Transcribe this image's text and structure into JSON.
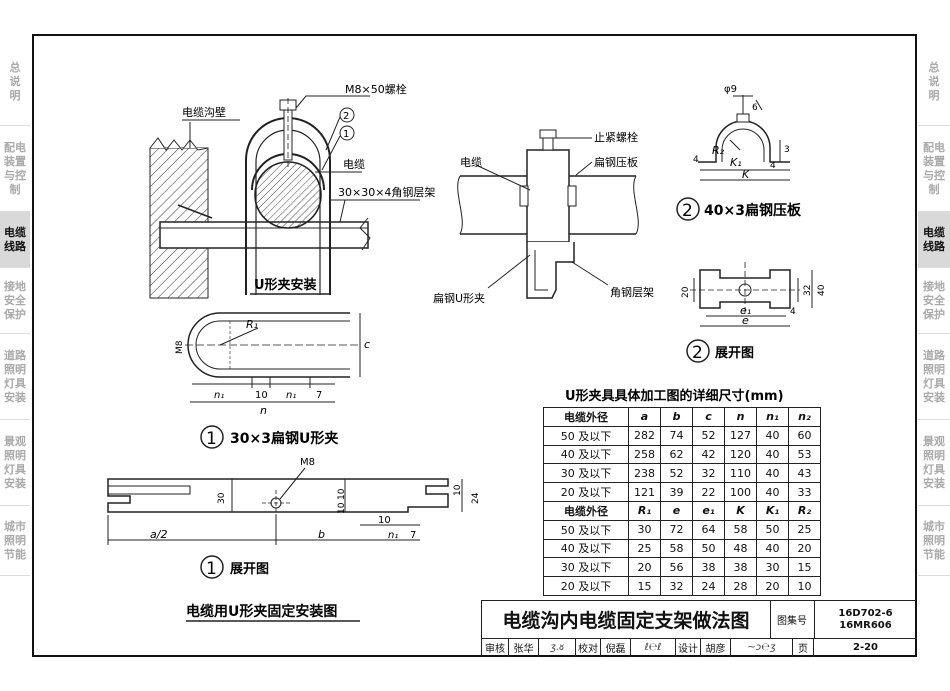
{
  "sidebar": [
    {
      "label": "总\n说\n明",
      "active": false
    },
    {
      "label": "配电\n装置\n与控\n制",
      "active": false
    },
    {
      "label": "电缆\n线路",
      "active": true
    },
    {
      "label": "接地\n安全\n保护",
      "active": false
    },
    {
      "label": "道路\n照明\n灯具\n安装",
      "active": false
    },
    {
      "label": "景观\n照明\n灯具\n安装",
      "active": false
    },
    {
      "label": "城市\n照明\n节能",
      "active": false
    }
  ],
  "labels": {
    "bolt_m8x50": "M8×50螺栓",
    "trench_wall": "电缆沟壁",
    "mark2": "2",
    "mark1": "1",
    "cable": "电缆",
    "angle_shelf_30": "30×30×4角钢层架",
    "u_clamp_install": "U形夹安装",
    "cable_mid": "电缆",
    "lock_bolt": "止紧螺栓",
    "flat_press_plate": "扁钢压板",
    "flat_u_clamp": "扁钢U形夹",
    "angle_shelf": "角钢层架",
    "phi9": "φ9",
    "dim_6": "6",
    "dim_3": "3",
    "R2": "R₂",
    "K1": "K₁",
    "dim_4a": "4",
    "dim_4b": "4",
    "K": "K",
    "plate_title_num": "2",
    "plate_title": "40×3扁钢压板",
    "dim_20": "20",
    "dim_32": "32",
    "dim_40": "40",
    "e1": "e₁",
    "dim_4c": "4",
    "e": "e",
    "unfold2_num": "2",
    "unfold2": "展开图",
    "R1": "R₁",
    "M8_left": "M8",
    "c": "c",
    "n1a": "n₁",
    "d10a": "10",
    "n1b": "n₁",
    "d7a": "7",
    "n": "n",
    "uclamp_num": "1",
    "uclamp_title": "30×3扁钢U形夹",
    "M8_hole": "M8",
    "d30": "30",
    "d10b": "10",
    "d10c": "10",
    "d24": "24",
    "d10d": "10",
    "d10e": "10",
    "d7b": "7",
    "a2": "a/2",
    "b": "b",
    "n1c": "n₁",
    "unfold1_num": "1",
    "unfold1": "展开图",
    "main_title": "电缆用U形夹固定安装图",
    "table_title": "U形夹具具体加工图的详细尺寸(mm)"
  },
  "table": {
    "header1": [
      "电缆外径",
      "a",
      "b",
      "c",
      "n",
      "n₁",
      "n₂"
    ],
    "rows1": [
      [
        "50 及以下",
        "282",
        "74",
        "52",
        "127",
        "40",
        "60"
      ],
      [
        "40 及以下",
        "258",
        "62",
        "42",
        "120",
        "40",
        "53"
      ],
      [
        "30 及以下",
        "238",
        "52",
        "32",
        "110",
        "40",
        "43"
      ],
      [
        "20 及以下",
        "121",
        "39",
        "22",
        "100",
        "40",
        "33"
      ]
    ],
    "header2": [
      "电缆外径",
      "R₁",
      "e",
      "e₁",
      "K",
      "K₁",
      "R₂"
    ],
    "rows2": [
      [
        "50 及以下",
        "30",
        "72",
        "64",
        "58",
        "50",
        "25"
      ],
      [
        "40 及以下",
        "25",
        "58",
        "50",
        "48",
        "40",
        "20"
      ],
      [
        "30 及以下",
        "20",
        "56",
        "38",
        "38",
        "30",
        "15"
      ],
      [
        "20 及以下",
        "15",
        "32",
        "24",
        "28",
        "20",
        "10"
      ]
    ]
  },
  "titleblock": {
    "title": "电缆沟内电缆固定支架做法图",
    "atlas_label": "图集号",
    "atlas_no1": "16D702-6",
    "atlas_no2": "16MR606",
    "review": "审核",
    "reviewer": "张华",
    "check": "校对",
    "checker": "倪磊",
    "design": "设计",
    "designer": "胡彦",
    "page_label": "页",
    "page": "2-20"
  }
}
